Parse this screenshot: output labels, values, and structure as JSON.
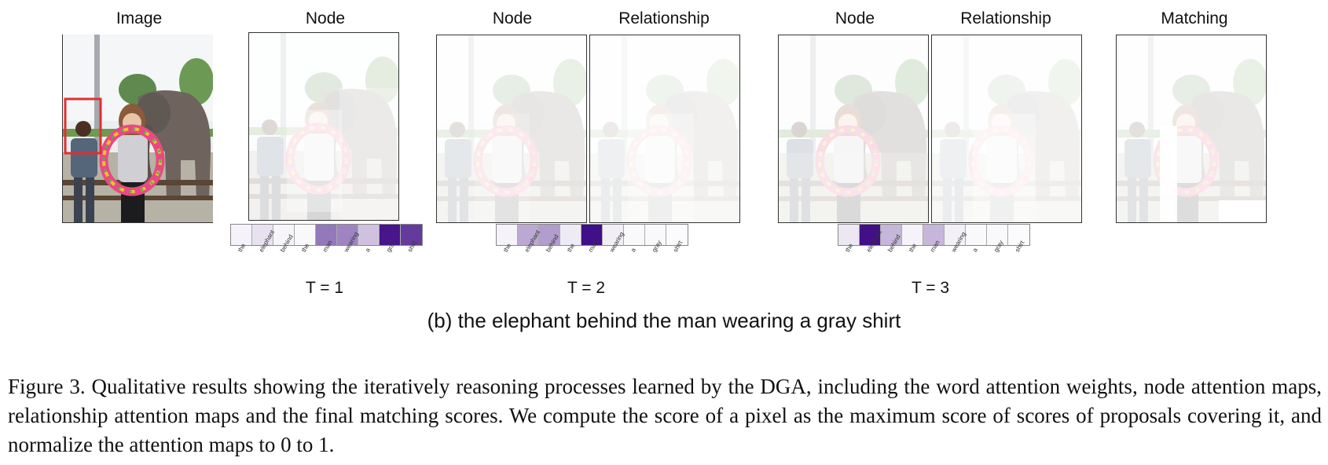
{
  "panels": {
    "image": "Image",
    "t1_node": "Node",
    "t2_node": "Node",
    "t2_rel": "Relationship",
    "t3_node": "Node",
    "t3_rel": "Relationship",
    "matching": "Matching"
  },
  "words": [
    "the",
    "elephant",
    "behind",
    "the",
    "man",
    "wearing",
    "a",
    "gray",
    "shirt"
  ],
  "attention": {
    "t1": [
      0.05,
      0.12,
      0.04,
      0.03,
      0.55,
      0.5,
      0.25,
      0.95,
      0.8
    ],
    "t2": [
      0.05,
      0.35,
      0.4,
      0.08,
      0.98,
      0.07,
      0.03,
      0.03,
      0.02
    ],
    "t3": [
      0.1,
      0.98,
      0.3,
      0.05,
      0.3,
      0.06,
      0.03,
      0.03,
      0.02
    ]
  },
  "steps": {
    "t1": "T = 1",
    "t2": "T = 2",
    "t3": "T = 3"
  },
  "subcaption": "(b) the elephant behind the man wearing a gray shirt",
  "caption": "Figure 3. Qualitative results showing the iteratively reasoning processes learned by the DGA, including the word attention weights, node attention maps, relationship attention maps and the final matching scores. We compute the score of a pixel as the maximum score of scores of proposals covering it, and normalize the attention maps to 0 to 1.",
  "colors": {
    "attention": "#3d0a85",
    "box": "#e03030"
  }
}
